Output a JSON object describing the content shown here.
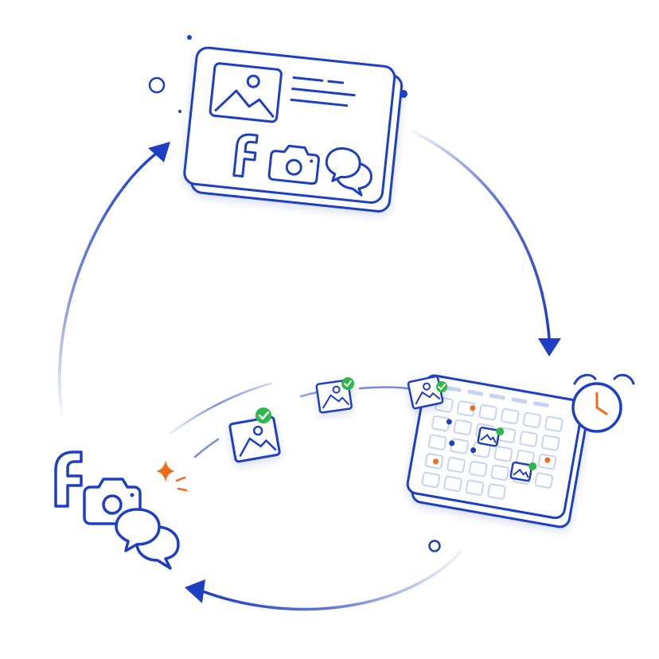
{
  "illustration": {
    "subject": "social-media-scheduling-cycle",
    "colors": {
      "primary": "#1D3FC4",
      "primary_light": "#C9D2F2",
      "accent_orange": "#F26A1B",
      "check_green": "#2DB84B",
      "background": "#FFFFFF"
    },
    "stages": [
      {
        "name": "compose-post",
        "icons": [
          "image-icon",
          "text-lines-icon",
          "facebook-icon",
          "camera-icon",
          "chat-bubbles-icon"
        ]
      },
      {
        "name": "schedule",
        "icons": [
          "calendar-icon",
          "alarm-clock-icon",
          "scheduled-post-icon"
        ]
      },
      {
        "name": "publish",
        "icons": [
          "facebook-icon",
          "camera-icon",
          "chat-bubbles-icon",
          "sparkle-icon"
        ]
      }
    ],
    "flow_direction": "clockwise"
  }
}
